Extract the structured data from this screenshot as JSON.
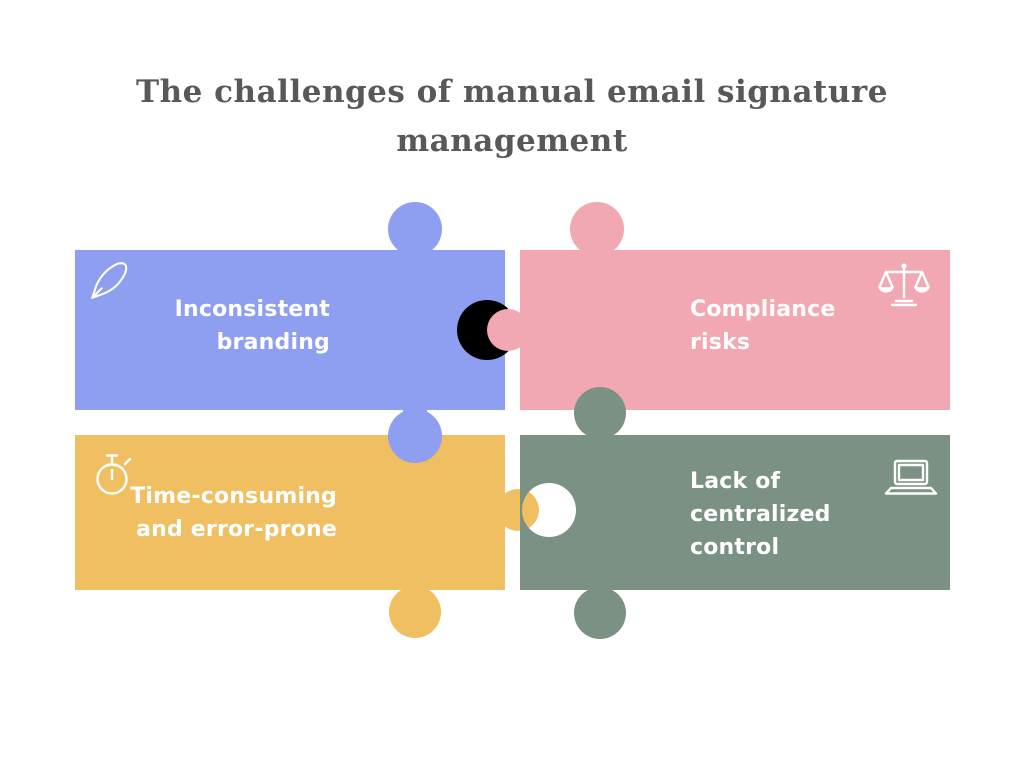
{
  "title": {
    "lines": [
      "The challenges of manual email signature",
      "management"
    ]
  },
  "colors": {
    "background": "#ffffff",
    "title_text": "#58585a",
    "label_text": "#ffffff",
    "notch_hole": "#000000",
    "piece_blue": "#8e9ef0",
    "piece_pink": "#f2a8b3",
    "piece_yellow": "#efbf62",
    "piece_green": "#7b9184"
  },
  "pieces": [
    {
      "id": "inconsistent-branding",
      "label": "Inconsistent branding",
      "lines": [
        "Inconsistent",
        "branding"
      ],
      "color": "#8e9ef0",
      "icon": "pen-icon"
    },
    {
      "id": "compliance-risks",
      "label": "Compliance risks",
      "lines": [
        "Compliance",
        "risks"
      ],
      "color": "#f2a8b3",
      "icon": "scales-icon"
    },
    {
      "id": "time-consuming-error-prone",
      "label": "Time-consuming and error-prone",
      "lines": [
        "Time-consuming",
        "and error-prone"
      ],
      "color": "#efbf62",
      "icon": "stopwatch-icon"
    },
    {
      "id": "lack-of-centralized-control",
      "label": "Lack of centralized control",
      "lines": [
        "Lack of",
        "centralized",
        "control"
      ],
      "color": "#7b9184",
      "icon": "laptop-icon"
    }
  ]
}
